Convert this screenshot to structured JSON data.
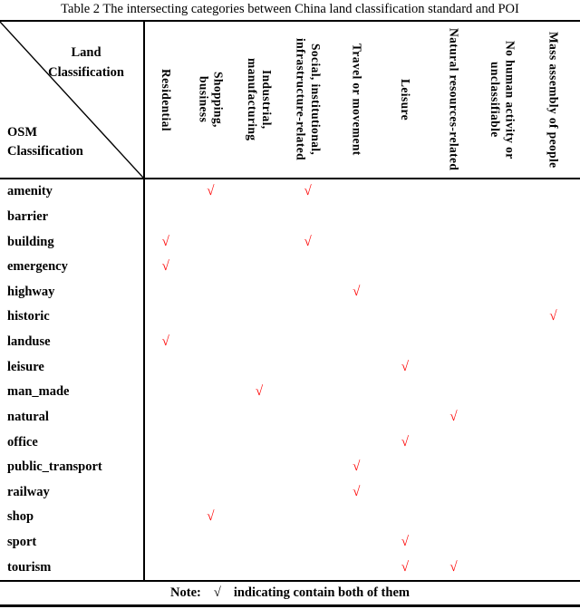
{
  "title": "Table 2 The intersecting categories between China land classification standard and POI",
  "corner": {
    "top_label": "Land\nClassification",
    "bottom_label": "OSM\nClassification"
  },
  "columns": [
    {
      "label": "Residential"
    },
    {
      "label": "Shopping,\nbusiness"
    },
    {
      "label": "Industrial,\nmanufacturing"
    },
    {
      "label": "Social, institutional,\ninfrastructure-related"
    },
    {
      "label": "Travel or movement"
    },
    {
      "label": "Leisure"
    },
    {
      "label": "Natural resources-related"
    },
    {
      "label": "No human activity or\nunclassifiable"
    },
    {
      "label": "Mass assembly of people"
    }
  ],
  "rows": [
    {
      "label": "amenity",
      "checks": [
        2,
        4
      ]
    },
    {
      "label": "barrier",
      "checks": []
    },
    {
      "label": "building",
      "checks": [
        1,
        4
      ]
    },
    {
      "label": "emergency",
      "checks": [
        1
      ]
    },
    {
      "label": "highway",
      "checks": [
        5
      ]
    },
    {
      "label": "historic",
      "checks": [
        9
      ]
    },
    {
      "label": "landuse",
      "checks": [
        1
      ]
    },
    {
      "label": "leisure",
      "checks": [
        6
      ]
    },
    {
      "label": "man_made",
      "checks": [
        3
      ]
    },
    {
      "label": "natural",
      "checks": [
        7
      ]
    },
    {
      "label": "office",
      "checks": [
        6
      ]
    },
    {
      "label": "public_transport",
      "checks": [
        5
      ]
    },
    {
      "label": "railway",
      "checks": [
        5
      ]
    },
    {
      "label": "shop",
      "checks": [
        2
      ]
    },
    {
      "label": "sport",
      "checks": [
        6
      ]
    },
    {
      "label": "tourism",
      "checks": [
        6,
        7
      ]
    }
  ],
  "check_glyph": "√",
  "check_color": "#fe0000",
  "note": {
    "prefix": "Note:",
    "glyph": "√",
    "text": "indicating contain both of them"
  }
}
